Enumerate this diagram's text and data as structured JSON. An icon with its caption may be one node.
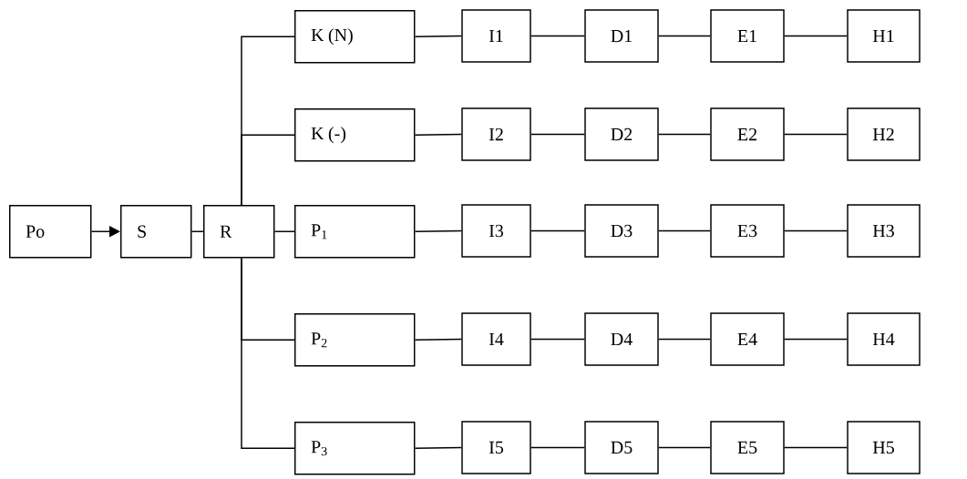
{
  "diagram": {
    "nodes": [
      {
        "text": [
          "Po"
        ]
      },
      {
        "text": [
          "S"
        ]
      },
      {
        "text": [
          "R"
        ]
      },
      {
        "text": [
          "K (N)"
        ]
      },
      {
        "text": [
          "I1"
        ]
      },
      {
        "text": [
          "D1"
        ]
      },
      {
        "text": [
          "E1"
        ]
      },
      {
        "text": [
          "H1"
        ]
      },
      {
        "text": [
          "K (-)"
        ]
      },
      {
        "text": [
          "I2"
        ]
      },
      {
        "text": [
          "D2"
        ]
      },
      {
        "text": [
          "E2"
        ]
      },
      {
        "text": [
          "H2"
        ]
      },
      {
        "text": [
          "P$_{1}$"
        ]
      },
      {
        "text": [
          "I3"
        ]
      },
      {
        "text": [
          "D3"
        ]
      },
      {
        "text": [
          "E3"
        ]
      },
      {
        "text": [
          "H3"
        ]
      },
      {
        "text": [
          "P$_{2}$"
        ]
      },
      {
        "text": [
          "I4"
        ]
      },
      {
        "text": [
          "D4"
        ]
      },
      {
        "text": [
          "E4"
        ]
      },
      {
        "text": [
          "H4"
        ]
      },
      {
        "text": [
          "P$_{3}$"
        ]
      },
      {
        "text": [
          "I5"
        ]
      },
      {
        "text": [
          "D5"
        ]
      },
      {
        "text": [
          "E5"
        ]
      },
      {
        "text": [
          "H5"
        ]
      }
    ],
    "edges": [
      {
        "from": 0,
        "to": 1,
        "arrow": "to"
      },
      {
        "from": 1,
        "to": 2,
        "arrow": "none"
      },
      {
        "from": 2,
        "to": 3,
        "arrow": "none"
      },
      {
        "from": 2,
        "to": 8,
        "arrow": "none"
      },
      {
        "from": 2,
        "to": 13,
        "arrow": "none"
      },
      {
        "from": 2,
        "to": 18,
        "arrow": "none"
      },
      {
        "from": 2,
        "to": 23,
        "arrow": "none"
      },
      {
        "from": 3,
        "to": 4,
        "arrow": "none"
      },
      {
        "from": 4,
        "to": 5,
        "arrow": "none"
      },
      {
        "from": 5,
        "to": 6,
        "arrow": "none"
      },
      {
        "from": 6,
        "to": 7,
        "arrow": "none"
      },
      {
        "from": 8,
        "to": 9,
        "arrow": "none"
      },
      {
        "from": 9,
        "to": 10,
        "arrow": "none"
      },
      {
        "from": 10,
        "to": 11,
        "arrow": "none"
      },
      {
        "from": 11,
        "to": 12,
        "arrow": "none"
      },
      {
        "from": 13,
        "to": 14,
        "arrow": "none"
      },
      {
        "from": 14,
        "to": 15,
        "arrow": "none"
      },
      {
        "from": 15,
        "to": 16,
        "arrow": "none"
      },
      {
        "from": 16,
        "to": 17,
        "arrow": "none"
      },
      {
        "from": 18,
        "to": 19,
        "arrow": "none"
      },
      {
        "from": 19,
        "to": 20,
        "arrow": "none"
      },
      {
        "from": 20,
        "to": 21,
        "arrow": "none"
      },
      {
        "from": 21,
        "to": 22,
        "arrow": "none"
      },
      {
        "from": 23,
        "to": 24,
        "arrow": "none"
      },
      {
        "from": 24,
        "to": 25,
        "arrow": "none"
      },
      {
        "from": 25,
        "to": 26,
        "arrow": "none"
      },
      {
        "from": 26,
        "to": 27,
        "arrow": "none"
      }
    ]
  }
}
